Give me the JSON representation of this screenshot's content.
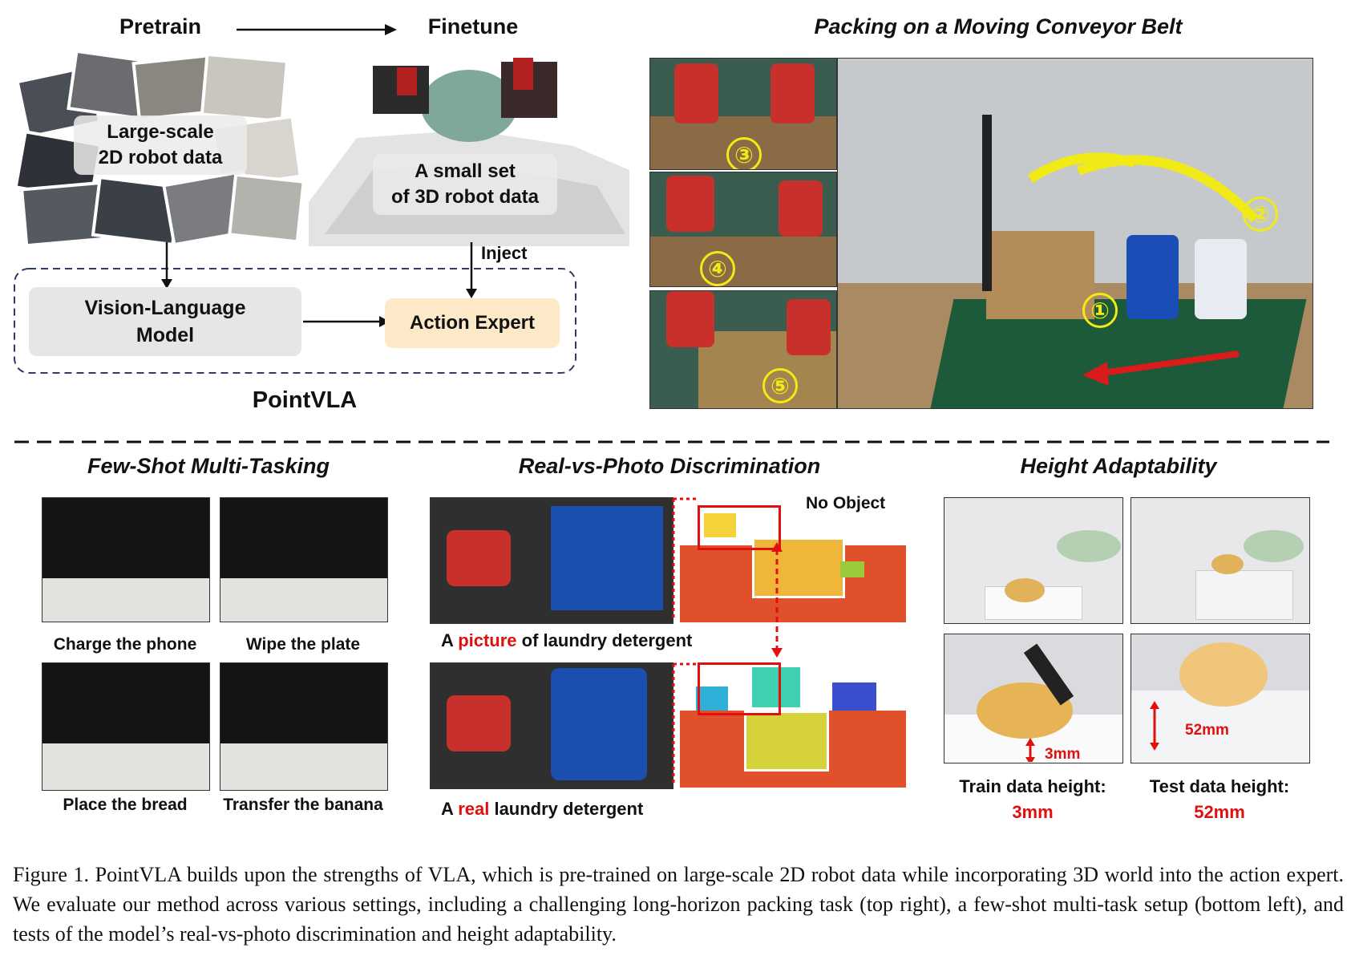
{
  "top_left": {
    "pretrain_label": "Pretrain",
    "finetune_label": "Finetune",
    "large_scale_label": [
      "Large-scale",
      "2D robot data"
    ],
    "small_set_label": [
      "A small set",
      "of 3D robot data"
    ],
    "inject_label": "Inject",
    "vlm_label": [
      "Vision-Language",
      "Model"
    ],
    "action_expert_label": "Action Expert",
    "framework_name": "PointVLA"
  },
  "top_right": {
    "title": "Packing on a Moving Conveyor Belt",
    "step_markers": [
      "③",
      "④",
      "⑤",
      "①",
      "②"
    ]
  },
  "few_shot": {
    "title": "Few-Shot Multi-Tasking",
    "tasks": [
      "Charge the phone",
      "Wipe the plate",
      "Place the bread",
      "Transfer the banana"
    ]
  },
  "real_vs_photo": {
    "title": "Real-vs-Photo Discrimination",
    "no_object_label": "No Object",
    "picture_caption": {
      "pre": "A ",
      "highlight": "picture",
      "post": " of laundry detergent"
    },
    "real_caption": {
      "pre": "A ",
      "highlight": "real",
      "post": " laundry detergent"
    }
  },
  "height": {
    "title": "Height Adaptability",
    "train_mm": "3mm",
    "test_mm": "52mm",
    "train_label": "Train data height:",
    "train_value": "3mm",
    "test_label": "Test data height:",
    "test_value": "52mm"
  },
  "caption": "Figure 1. PointVLA builds upon the strengths of VLA, which is pre-trained on large-scale 2D robot data while incorporating 3D world into the action expert. We evaluate our method across various settings, including a challenging long-horizon packing task (top right), a few-shot multi-task setup (bottom left), and tests of the model’s real-vs-photo discrimination and height adaptability.",
  "colors": {
    "highlight_red": "#e01010",
    "marker_yellow": "#f1ea16",
    "action_expert_fill": "#fde9c8",
    "vlm_fill": "#e6e6e6"
  }
}
